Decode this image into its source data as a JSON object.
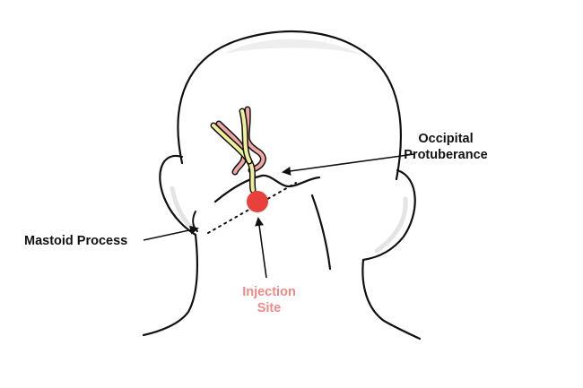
{
  "labels": {
    "occipital_protuberance": [
      "Occipital",
      "Protuberance"
    ],
    "mastoid_process": "Mastoid Process",
    "injection_site": [
      "Injection",
      "Site"
    ]
  },
  "colors": {
    "outline": "#111111",
    "injection_dot": "#e8413b",
    "injection_label": "#ef8a86",
    "nerve_yellow": "#eff09a",
    "nerve_pink": "#f0a8a4",
    "head_shadow": "#eeeeee"
  }
}
